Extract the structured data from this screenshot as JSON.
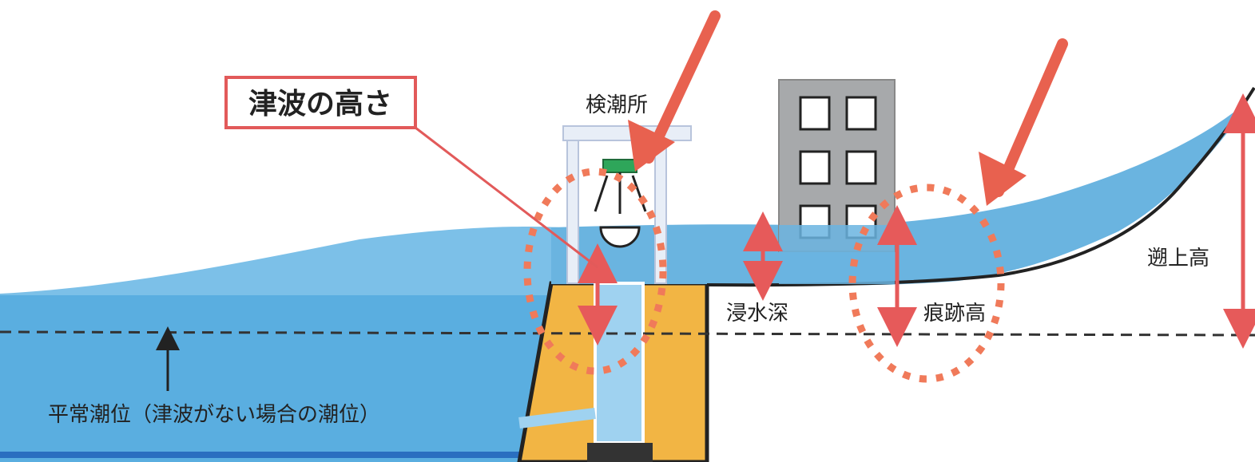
{
  "labels": {
    "tsunami_height": "津波の高さ",
    "tide_station": "検潮所",
    "inundation_depth": "浸水深",
    "trace_height": "痕跡高",
    "runup_height": "遡上高",
    "normal_tide_level": "平常潮位（津波がない場合の潮位）"
  },
  "colors": {
    "water": "#6ab4e0",
    "water_deep": "#4fa3d8",
    "seawall": "#f2b544",
    "arrow": "#e65a5a",
    "callout_border": "#e25a5a",
    "dotted_circle": "#f07a5a",
    "building": "#a7a9ab",
    "gauge_box": "#2ea65a"
  }
}
